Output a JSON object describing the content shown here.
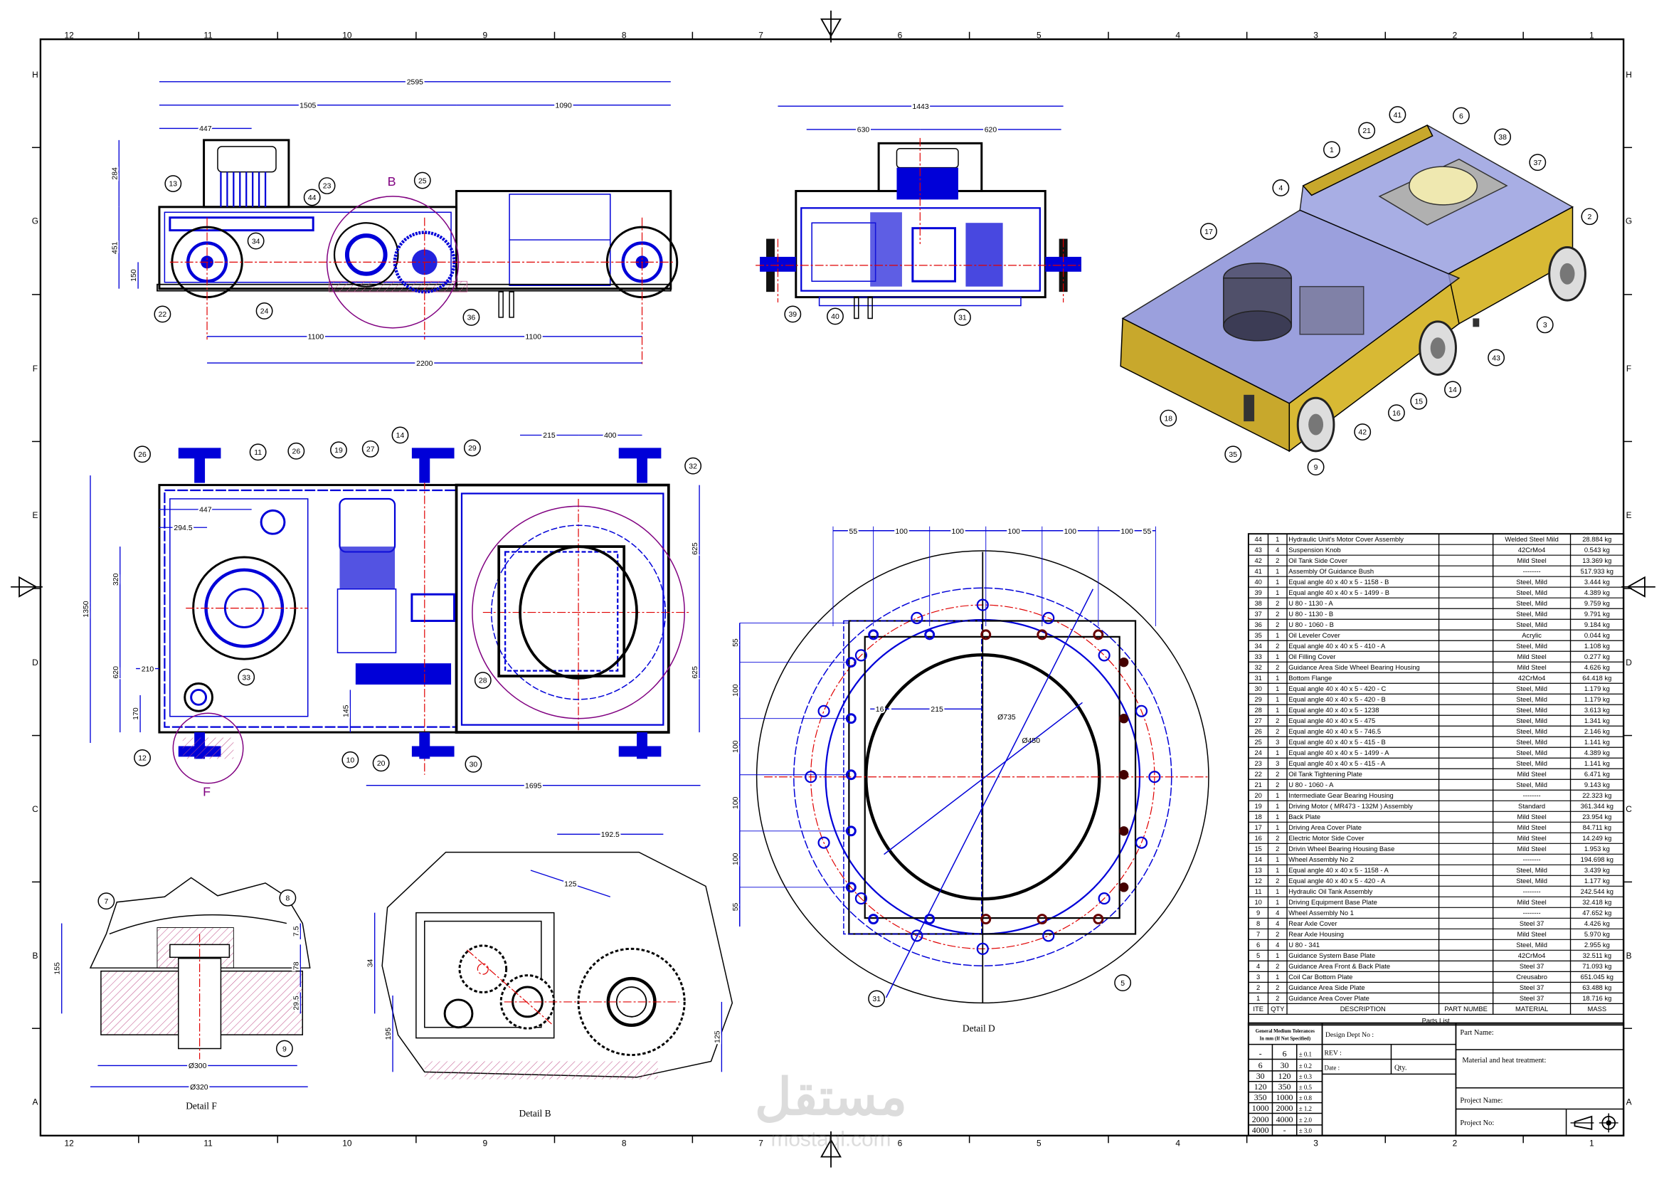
{
  "sheet": {
    "zone_columns": [
      "12",
      "11",
      "10",
      "9",
      "8",
      "7",
      "6",
      "5",
      "4",
      "3",
      "2",
      "1"
    ],
    "zone_rows": [
      "H",
      "G",
      "F",
      "E",
      "D",
      "C",
      "B",
      "A"
    ]
  },
  "views": {
    "side": {
      "dims": [
        "2595",
        "1505",
        "1090",
        "447",
        "284",
        "451",
        "150",
        "1100",
        "1100",
        "2200"
      ],
      "balloons": [
        "13",
        "44",
        "23",
        "25",
        "34",
        "22",
        "24",
        "36"
      ],
      "detail_marker": "B"
    },
    "front": {
      "dims": [
        "1443",
        "630",
        "620"
      ],
      "balloons": [
        "39",
        "40",
        "31"
      ]
    },
    "iso": {
      "balloons": [
        "1",
        "21",
        "41",
        "6",
        "38",
        "37",
        "2",
        "4",
        "17",
        "3",
        "43",
        "14",
        "15",
        "16",
        "42",
        "18",
        "35",
        "9"
      ]
    },
    "plan": {
      "dims": [
        "1350",
        "447",
        "294.5",
        "320",
        "620",
        "210",
        "170",
        "145",
        "625",
        "625",
        "215",
        "400",
        "1695"
      ],
      "balloons": [
        "26",
        "11",
        "26",
        "19",
        "27",
        "14",
        "29",
        "32",
        "33",
        "28",
        "12",
        "10",
        "20",
        "30"
      ],
      "detail_marker": "F"
    },
    "detail_d": {
      "title": "Detail D",
      "top_dims": [
        "55",
        "100",
        "100",
        "100",
        "100",
        "100",
        "55"
      ],
      "left_dims": [
        "55",
        "100",
        "100",
        "100",
        "100",
        "55"
      ],
      "dims": [
        "Ø735",
        "Ø450",
        "215",
        "16"
      ],
      "balloons": [
        "31",
        "5"
      ]
    },
    "detail_f": {
      "title": "Detail F",
      "dims": [
        "7.5",
        "78",
        "29.5",
        "155",
        "Ø300",
        "Ø320"
      ],
      "balloons": [
        "7",
        "8",
        "9"
      ]
    },
    "detail_b": {
      "title": "Detail B",
      "dims": [
        "192.5",
        "125",
        "34",
        "195",
        "125"
      ]
    }
  },
  "parts_list": {
    "title": "Parts List",
    "headers": [
      "ITE",
      "QTY",
      "DESCRIPTION",
      "PART NUMBE",
      "MATERIAL",
      "MASS"
    ],
    "rows": [
      [
        "44",
        "1",
        "Hydraulic Unit's Motor Cover Assembly",
        "",
        "Welded Steel Mild",
        "28.884 kg"
      ],
      [
        "43",
        "4",
        "Suspension Knob",
        "",
        "42CrMo4",
        "0.543 kg"
      ],
      [
        "42",
        "2",
        "Oil Tank Side Cover",
        "",
        "Mild Steel",
        "13.369 kg"
      ],
      [
        "41",
        "1",
        "Assembly Of Guidance Bush",
        "",
        "--------",
        "517.933 kg"
      ],
      [
        "40",
        "1",
        "Equal angle 40 x 40 x 5 - 1158 - B",
        "",
        "Steel, Mild",
        "3.444 kg"
      ],
      [
        "39",
        "1",
        "Equal angle 40 x 40 x 5 - 1499 - B",
        "",
        "Steel, Mild",
        "4.389 kg"
      ],
      [
        "38",
        "2",
        "U 80 - 1130 - A",
        "",
        "Steel, Mild",
        "9.759 kg"
      ],
      [
        "37",
        "2",
        "U 80 - 1130 - B",
        "",
        "Steel, Mild",
        "9.791 kg"
      ],
      [
        "36",
        "2",
        "U 80 - 1060 - B",
        "",
        "Steel, Mild",
        "9.184 kg"
      ],
      [
        "35",
        "1",
        "Oil Leveler Cover",
        "",
        "Acrylic",
        "0.044 kg"
      ],
      [
        "34",
        "2",
        "Equal angle 40 x 40 x 5 - 410 - A",
        "",
        "Steel, Mild",
        "1.108 kg"
      ],
      [
        "33",
        "1",
        "Oil Filling Cover",
        "",
        "Mild Steel",
        "0.277 kg"
      ],
      [
        "32",
        "2",
        "Guidance Area Side Wheel Bearing Housing",
        "",
        "Mild Steel",
        "4.626 kg"
      ],
      [
        "31",
        "1",
        "Bottom Flange",
        "",
        "42CrMo4",
        "64.418 kg"
      ],
      [
        "30",
        "1",
        "Equal angle 40 x 40 x 5 - 420 - C",
        "",
        "Steel, Mild",
        "1.179 kg"
      ],
      [
        "29",
        "1",
        "Equal angle 40 x 40 x 5 - 420 - B",
        "",
        "Steel, Mild",
        "1.179 kg"
      ],
      [
        "28",
        "1",
        "Equal angle 40 x 40 x 5 - 1238",
        "",
        "Steel, Mild",
        "3.613 kg"
      ],
      [
        "27",
        "2",
        "Equal angle 40 x 40 x 5 - 475",
        "",
        "Steel, Mild",
        "1.341 kg"
      ],
      [
        "26",
        "2",
        "Equal angle 40 x 40 x 5 - 746.5",
        "",
        "Steel, Mild",
        "2.146 kg"
      ],
      [
        "25",
        "3",
        "Equal angle 40 x 40 x 5 - 415 - B",
        "",
        "Steel, Mild",
        "1.141 kg"
      ],
      [
        "24",
        "1",
        "Equal angle 40 x 40 x 5 - 1499 - A",
        "",
        "Steel, Mild",
        "4.389 kg"
      ],
      [
        "23",
        "3",
        "Equal angle 40 x 40 x 5 - 415 - A",
        "",
        "Steel, Mild",
        "1.141 kg"
      ],
      [
        "22",
        "2",
        "Oil Tank Tightening Plate",
        "",
        "Mild Steel",
        "6.471 kg"
      ],
      [
        "21",
        "2",
        "U 80 - 1060 - A",
        "",
        "Steel, Mild",
        "9.143 kg"
      ],
      [
        "20",
        "1",
        "Intermediate Gear Bearing Housing",
        "",
        "--------",
        "22.323 kg"
      ],
      [
        "19",
        "1",
        "Driving Motor ( MR473 - 132M ) Assembly",
        "",
        "Standard",
        "361.344 kg"
      ],
      [
        "18",
        "1",
        "Back Plate",
        "",
        "Mild Steel",
        "23.954 kg"
      ],
      [
        "17",
        "1",
        "Driving Area Cover Plate",
        "",
        "Mild Steel",
        "84.711 kg"
      ],
      [
        "16",
        "2",
        "Electric Motor Side Cover",
        "",
        "Mild Steel",
        "14.249 kg"
      ],
      [
        "15",
        "2",
        "Drivin Wheel Bearing Housing Base",
        "",
        "Mild Steel",
        "1.953 kg"
      ],
      [
        "14",
        "1",
        "Wheel Assembly No 2",
        "",
        "--------",
        "194.698 kg"
      ],
      [
        "13",
        "1",
        "Equal angle 40 x 40 x 5 - 1158 - A",
        "",
        "Steel, Mild",
        "3.439 kg"
      ],
      [
        "12",
        "2",
        "Equal angle 40 x 40 x 5 - 420 - A",
        "",
        "Steel, Mild",
        "1.177 kg"
      ],
      [
        "11",
        "1",
        "Hydraulic Oil Tank Assembly",
        "",
        "--------",
        "242.544 kg"
      ],
      [
        "10",
        "1",
        "Driving Equipment Base Plate",
        "",
        "Mild Steel",
        "32.418 kg"
      ],
      [
        "9",
        "4",
        "Wheel Assembly No 1",
        "",
        "--------",
        "47.652 kg"
      ],
      [
        "8",
        "4",
        "Rear Axle Cover",
        "",
        "Steel 37",
        "4.426 kg"
      ],
      [
        "7",
        "2",
        "Rear Axle Housing",
        "",
        "Mild Steel",
        "5.970 kg"
      ],
      [
        "6",
        "4",
        "U 80 - 341",
        "",
        "Steel, Mild",
        "2.955 kg"
      ],
      [
        "5",
        "1",
        "Guidance System Base Plate",
        "",
        "42CrMo4",
        "32.511 kg"
      ],
      [
        "4",
        "2",
        "Guidance Area Front & Back Plate",
        "",
        "Steel 37",
        "71.093 kg"
      ],
      [
        "3",
        "1",
        "Coil Car Bottom Plate",
        "",
        "Creusabro",
        "651.045 kg"
      ],
      [
        "2",
        "2",
        "Guidance Area Side Plate",
        "",
        "Steel 37",
        "63.488 kg"
      ],
      [
        "1",
        "2",
        "Guidance Area Cover Plate",
        "",
        "Steel 37",
        "18.716 kg"
      ]
    ]
  },
  "title_block": {
    "tolerance_header_1": "General Medium Tolerances",
    "tolerance_header_2": "In mm (If Not Specified)",
    "tolerances": [
      [
        "-",
        "6",
        "± 0.1"
      ],
      [
        "6",
        "30",
        "± 0.2"
      ],
      [
        "30",
        "120",
        "± 0.3"
      ],
      [
        "120",
        "350",
        "± 0.5"
      ],
      [
        "350",
        "1000",
        "± 0.8"
      ],
      [
        "1000",
        "2000",
        "± 1.2"
      ],
      [
        "2000",
        "4000",
        "± 2.0"
      ],
      [
        "4000",
        "-",
        "± 3.0"
      ]
    ],
    "design_dept_no": "Design Dept No :",
    "rev": "REV :",
    "date": "Date :",
    "qty": "Qty.",
    "part_name": "Part Name:",
    "material_heat": "Material and heat treatment:",
    "project_name": "Project Name:",
    "project_no": "Project No:"
  },
  "watermark": {
    "arabic": "مستقل",
    "latin": "mostaql.com"
  }
}
